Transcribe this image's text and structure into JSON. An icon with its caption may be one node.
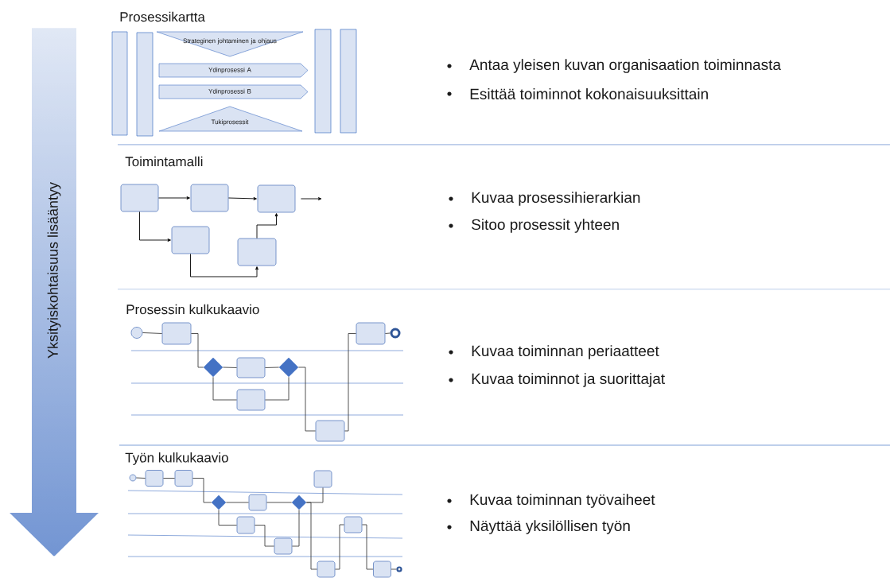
{
  "diagram": {
    "nodes": [
      {
        "text": [],
        "shape": "bar"
      },
      {
        "text": [],
        "shape": "bar"
      },
      {
        "text": [
          "Strateginen johtaminen ja ohjaus"
        ]
      },
      {
        "text": [
          "Ydinprosessi A"
        ]
      },
      {
        "text": [
          "Ydinprosessi B"
        ]
      },
      {
        "text": [
          "Tukiprosessit"
        ]
      },
      {
        "text": [],
        "shape": "bar"
      },
      {
        "text": [],
        "shape": "bar"
      },
      {
        "text": [],
        "shape": "box"
      },
      {
        "text": [],
        "shape": "box"
      },
      {
        "text": [],
        "shape": "box"
      },
      {
        "text": [],
        "shape": "box"
      },
      {
        "text": [],
        "shape": "box"
      },
      {
        "text": [],
        "shape": "circle"
      },
      {
        "text": [],
        "shape": "box"
      },
      {
        "text": [],
        "shape": "diamond"
      },
      {
        "text": [],
        "shape": "box"
      },
      {
        "text": [],
        "shape": "diamond"
      },
      {
        "text": [],
        "shape": "box"
      },
      {
        "text": [],
        "shape": "box"
      },
      {
        "text": [],
        "shape": "box"
      },
      {
        "text": [],
        "shape": "circle"
      },
      {
        "text": [],
        "shape": "circle"
      },
      {
        "text": [],
        "shape": "box"
      },
      {
        "text": [],
        "shape": "box"
      },
      {
        "text": [],
        "shape": "diamond"
      },
      {
        "text": [],
        "shape": "box"
      },
      {
        "text": [],
        "shape": "diamond"
      },
      {
        "text": [],
        "shape": "box"
      },
      {
        "text": [],
        "shape": "box"
      },
      {
        "text": [],
        "shape": "box"
      },
      {
        "text": [],
        "shape": "box"
      },
      {
        "text": [],
        "shape": "box"
      },
      {
        "text": [],
        "shape": "box"
      },
      {
        "text": [],
        "shape": "circle"
      }
    ],
    "edges": [
      {
        "from": 8,
        "to": 9,
        "arrow": "to",
        "color": "#000000"
      },
      {
        "from": 9,
        "to": 10,
        "arrow": "to",
        "color": "#000000"
      },
      {
        "from": 8,
        "to": 11,
        "arrow": "to",
        "color": "#000000"
      },
      {
        "from": 11,
        "to": 12,
        "arrow": "to",
        "color": "#000000"
      },
      {
        "from": 12,
        "to": 10,
        "arrow": "to",
        "color": "#000000"
      },
      {
        "from": 10,
        "to": null,
        "arrow": "to",
        "color": "#000000"
      },
      {
        "from": 13,
        "to": 14,
        "arrow": "none"
      },
      {
        "from": 14,
        "to": 15,
        "arrow": "none"
      },
      {
        "from": 15,
        "to": 16,
        "arrow": "none"
      },
      {
        "from": 16,
        "to": 17,
        "arrow": "none"
      },
      {
        "from": 15,
        "to": 18,
        "arrow": "none"
      },
      {
        "from": 18,
        "to": 17,
        "arrow": "none"
      },
      {
        "from": 17,
        "to": 19,
        "arrow": "none"
      },
      {
        "from": 19,
        "to": 20,
        "arrow": "none"
      },
      {
        "from": 20,
        "to": 21,
        "arrow": "none"
      },
      {
        "from": 22,
        "to": 23,
        "arrow": "none"
      },
      {
        "from": 23,
        "to": 24,
        "arrow": "none"
      },
      {
        "from": 24,
        "to": 25,
        "arrow": "none"
      },
      {
        "from": 25,
        "to": 26,
        "arrow": "none"
      },
      {
        "from": 26,
        "to": 27,
        "arrow": "none"
      },
      {
        "from": 27,
        "to": 28,
        "arrow": "none"
      },
      {
        "from": 27,
        "to": 31,
        "arrow": "none"
      },
      {
        "from": 25,
        "to": 29,
        "arrow": "none"
      },
      {
        "from": 29,
        "to": 30,
        "arrow": "none"
      },
      {
        "from": 30,
        "to": 27,
        "arrow": "none"
      },
      {
        "from": 31,
        "to": 32,
        "arrow": "none"
      },
      {
        "from": 32,
        "to": 33,
        "arrow": "none"
      },
      {
        "from": 33,
        "to": 34,
        "arrow": "none"
      }
    ],
    "labels": [
      "Yksityiskohtaisuus lisääntyy",
      "Prosessikartta",
      "Antaa yleisen kuvan organisaation toiminnasta",
      "Esittää toiminnot kokonaisuuksittain",
      "Toimintamalli",
      "Kuvaa prosessihierarkian",
      "Sitoo prosessit yhteen",
      "Prosessin kulkukaavio",
      "Kuvaa toiminnan periaatteet",
      "Kuvaa toiminnot ja suorittajat",
      "Työn kulkukaavio",
      "Kuvaa toiminnan työvaiheet",
      "Näyttää yksilöllisen työn"
    ]
  }
}
